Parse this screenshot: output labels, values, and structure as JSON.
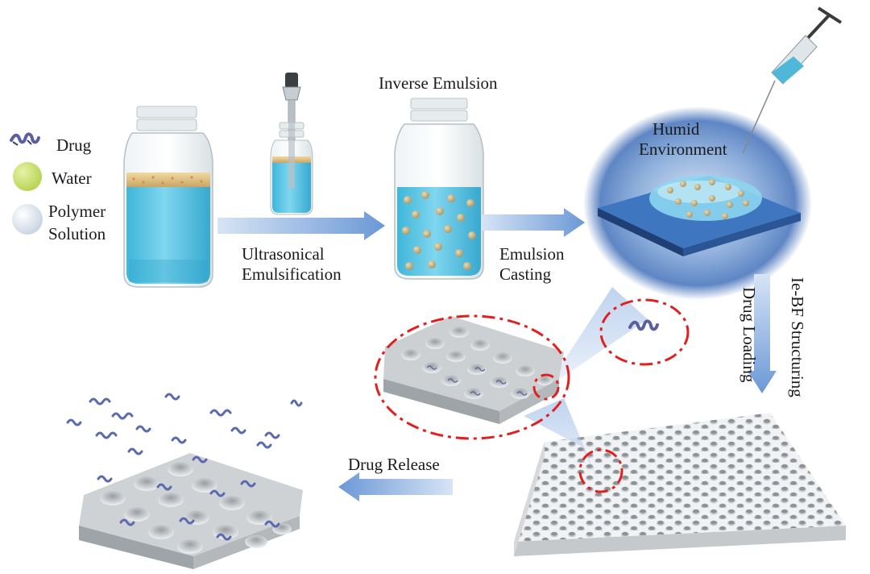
{
  "legend": {
    "drug_label": "Drug",
    "water_label": "Water",
    "polymer_label_line1": "Polymer",
    "polymer_label_line2": "Solution"
  },
  "steps": {
    "ultrasonic_line1": "Ultrasonical",
    "ultrasonic_line2": "Emulsification",
    "inverse_emulsion": "Inverse Emulsion",
    "casting_line1": "Emulsion",
    "casting_line2": "Casting",
    "humid_line1": "Humid",
    "humid_line2": "Environment",
    "iebf_structuring": "Ie-BF Structuring",
    "drug_loading": "Drug Loading",
    "drug_release": "Drug Release"
  },
  "colors": {
    "polymer_solution": "#5bc8e6",
    "water_drop": "#c9e266",
    "drug": "#5c5f9e",
    "arrow": "#7fa7dc",
    "highlight_circle": "#e02020",
    "humid_cloud": "#3c68b4",
    "substrate": "#2f5fa6"
  },
  "icons": {
    "drug": "drug-peptide-icon",
    "water": "water-droplet-icon",
    "polymer": "polymer-solution-droplet-icon"
  }
}
